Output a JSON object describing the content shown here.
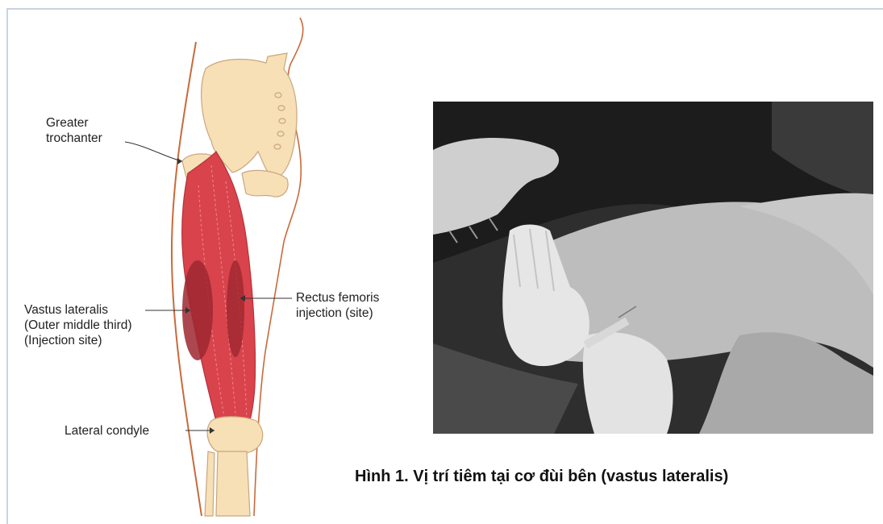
{
  "labels": {
    "greater_trochanter": "Greater\ntrochanter",
    "vastus_lateralis": "Vastus lateralis\n(Outer middle third)\n(Injection site)",
    "rectus_femoris": "Rectus femoris\ninjection (site)",
    "lateral_condyle": "Lateral condyle"
  },
  "caption": "Hình 1. Vị trí tiêm tại cơ đùi bên (vastus lateralis)",
  "colors": {
    "bone": "#f7dfb6",
    "bone_outline": "#c9a77e",
    "muscle": "#d9434c",
    "muscle_dark": "#9e2730",
    "skin_line": "#c86a3c"
  }
}
